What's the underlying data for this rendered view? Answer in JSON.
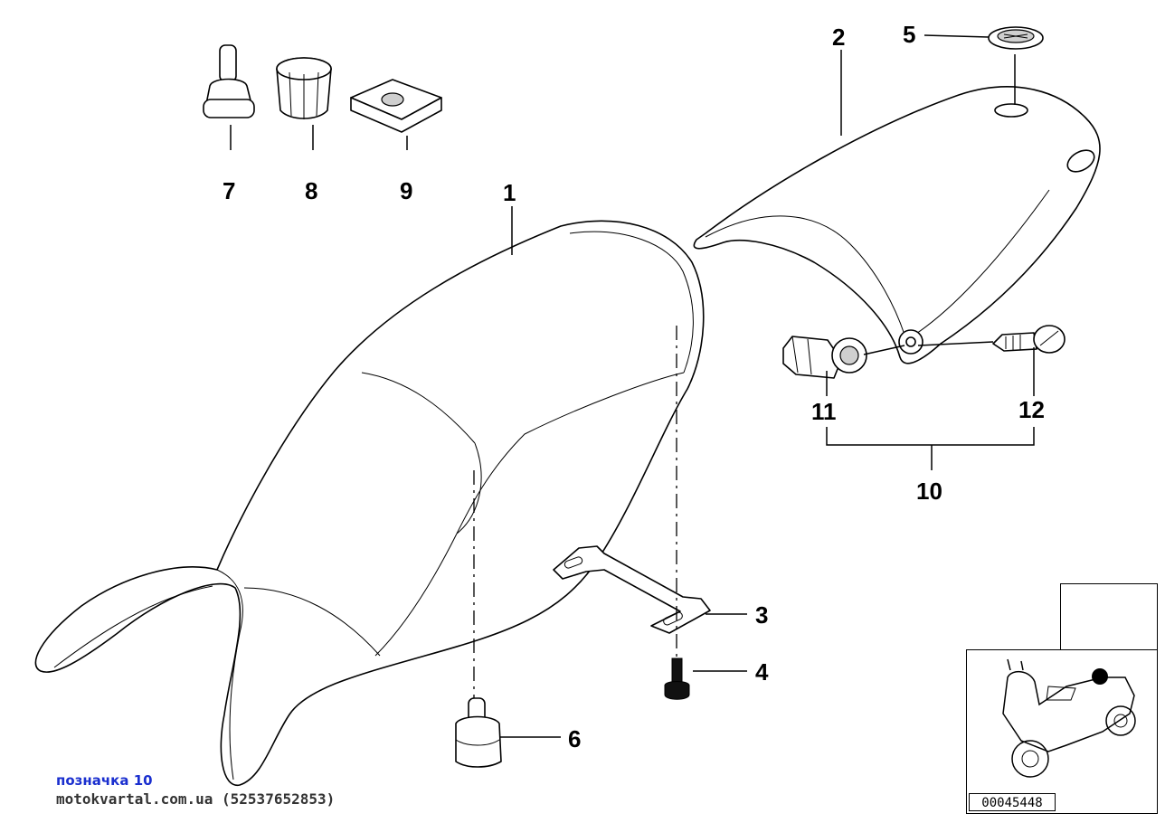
{
  "labels": {
    "p1": "1",
    "p2": "2",
    "p3": "3",
    "p4": "4",
    "p5": "5",
    "p6": "6",
    "p7": "7",
    "p8": "8",
    "p9": "9",
    "p10": "10",
    "p11": "11",
    "p12": "12"
  },
  "footer": {
    "note": "позначка 10",
    "site": "motokvartal.com.ua (52537652853)"
  },
  "inset": {
    "catalog_number": "00045448"
  },
  "colors": {
    "note_text": "#1a2fcf",
    "line": "#000000",
    "background": "#ffffff"
  }
}
